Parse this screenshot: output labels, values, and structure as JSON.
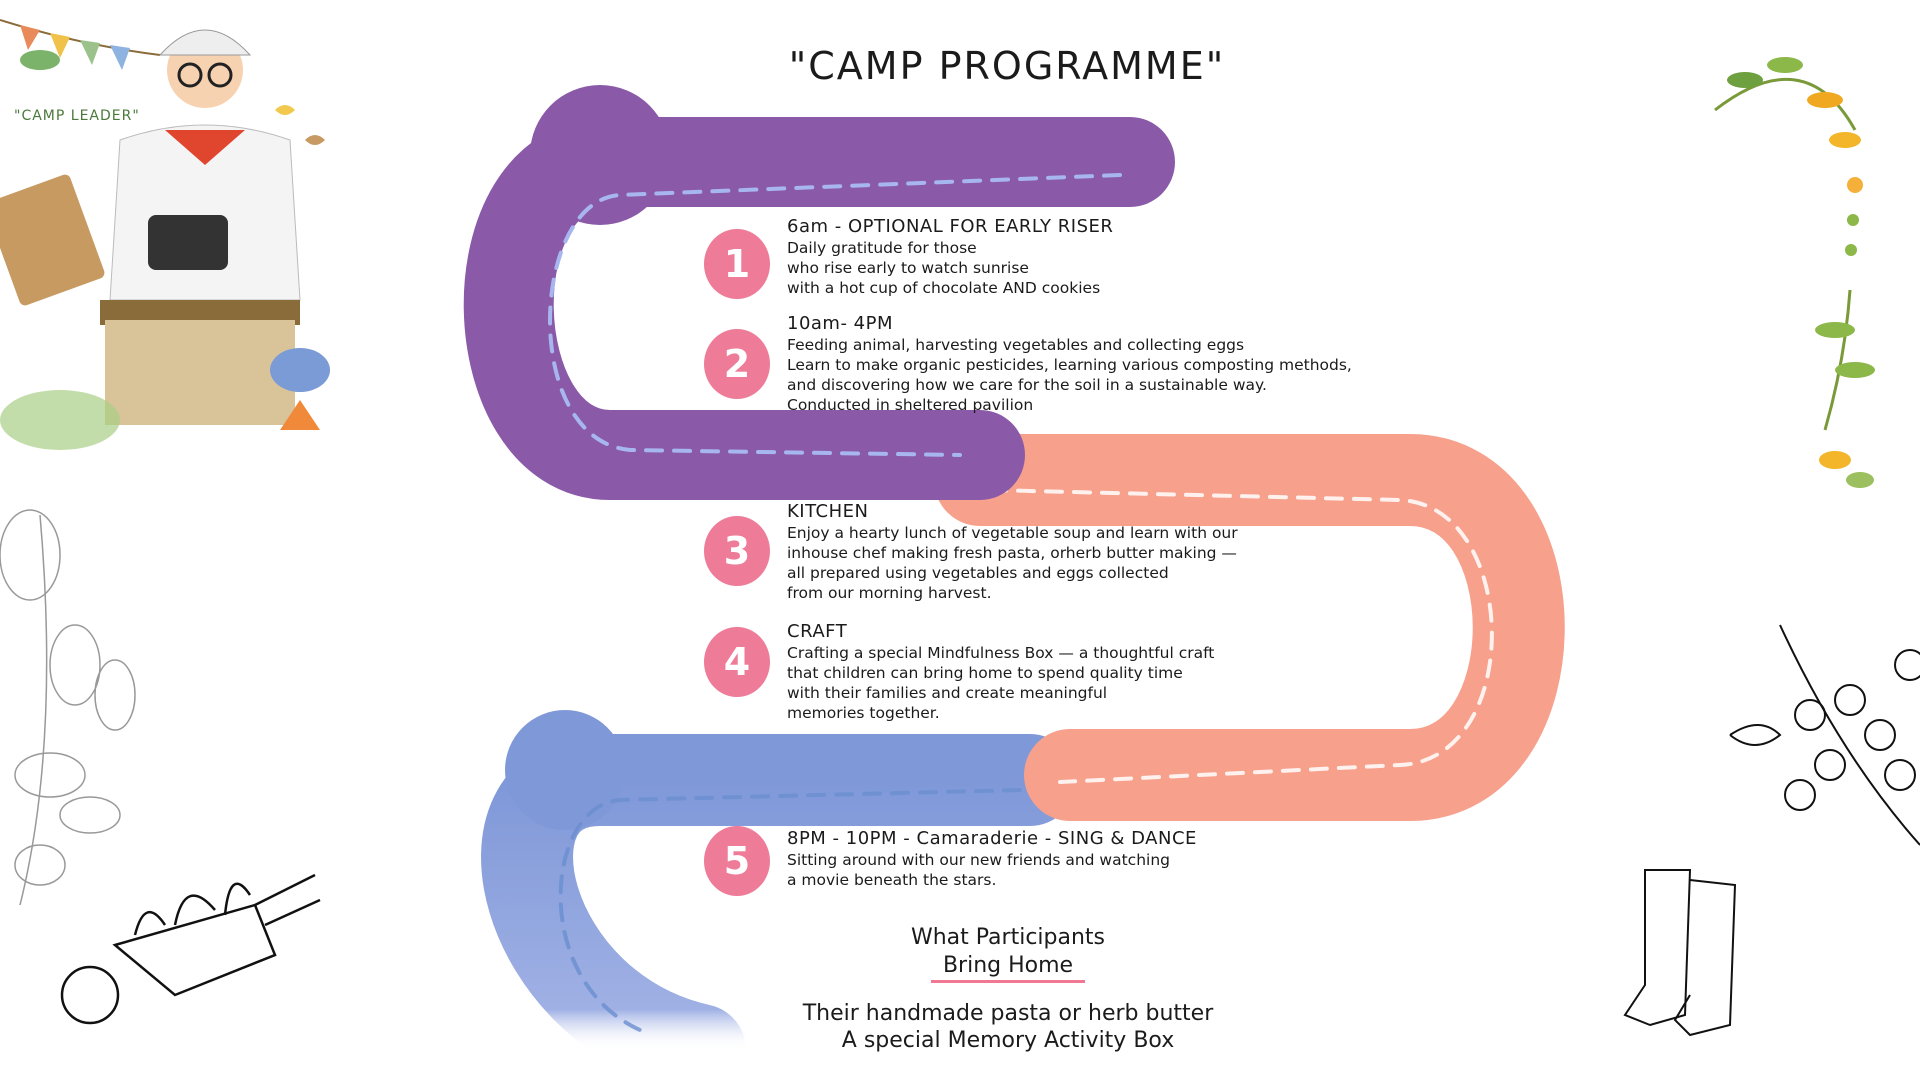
{
  "title": "\"CAMP PROGRAMME\"",
  "leader_label": "\"CAMP LEADER\"",
  "colors": {
    "purple": "#8a5aa8",
    "salmon": "#f7a08c",
    "blue": "#7f98d8",
    "badge": "#ee7b98"
  },
  "items": [
    {
      "number": "1",
      "heading": "6am - OPTIONAL FOR EARLY RISER",
      "body": [
        "Daily gratitude for those",
        "who rise early to watch sunrise",
        "with a hot cup of chocolate AND cookies"
      ]
    },
    {
      "number": "2",
      "heading": "10am- 4PM",
      "body": [
        "Feeding animal, harvesting vegetables and collecting eggs",
        "Learn to make organic pesticides, learning various composting methods,",
        "and discovering how we care for the soil in a sustainable way.",
        "Conducted in sheltered pavilion"
      ]
    },
    {
      "number": "3",
      "heading": "KITCHEN",
      "body": [
        "Enjoy a hearty lunch of vegetable soup and learn with our",
        "inhouse chef making fresh pasta, orherb butter making —",
        "all prepared using vegetables and eggs collected",
        "from our morning harvest."
      ]
    },
    {
      "number": "4",
      "heading": "CRAFT",
      "body": [
        "Crafting a special Mindfulness Box — a thoughtful craft",
        "that children can bring home to spend quality time",
        "with their families and create meaningful",
        "memories together."
      ]
    },
    {
      "number": "5",
      "heading": "8PM - 10PM - Camaraderie - SING & DANCE",
      "body": [
        "Sitting around with our new friends and watching",
        "a movie beneath the stars."
      ]
    }
  ],
  "bring_home": {
    "line1": "What Participants",
    "line2": "Bring Home"
  },
  "takeaways": [
    "Their handmade pasta or herb butter",
    "A special Memory Activity Box"
  ]
}
